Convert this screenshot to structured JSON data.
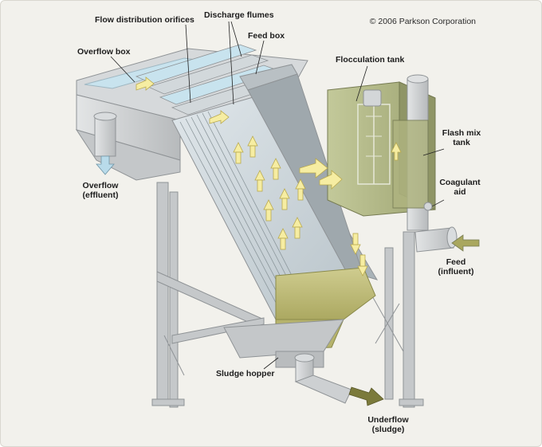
{
  "copyright": "© 2006 Parkson Corporation",
  "labels": {
    "flow_distribution_orifices": "Flow distribution orifices",
    "discharge_flumes": "Discharge flumes",
    "feed_box": "Feed box",
    "overflow_box": "Overflow box",
    "flocculation_tank": "Flocculation tank",
    "flash_mix_tank_1": "Flash mix",
    "flash_mix_tank_2": "tank",
    "coagulant_aid_1": "Coagulant",
    "coagulant_aid_2": "aid",
    "overflow_effluent_1": "Overflow",
    "overflow_effluent_2": "(effluent)",
    "feed_influent_1": "Feed",
    "feed_influent_2": "(influent)",
    "sludge_hopper": "Sludge hopper",
    "underflow_sludge_1": "Underflow",
    "underflow_sludge_2": "(sludge)"
  },
  "colors": {
    "steel": "#c9cbcc",
    "steel_dark": "#9ea2a5",
    "steel_light": "#e4e6e7",
    "water": "#c8e3ee",
    "sludge": "#a9a75e",
    "sludge_light": "#cfcc8f",
    "flow_arrow": "#f6eda2",
    "overflow_arrow": "#b9dbea",
    "underflow_arrow": "#7b7a3b"
  }
}
